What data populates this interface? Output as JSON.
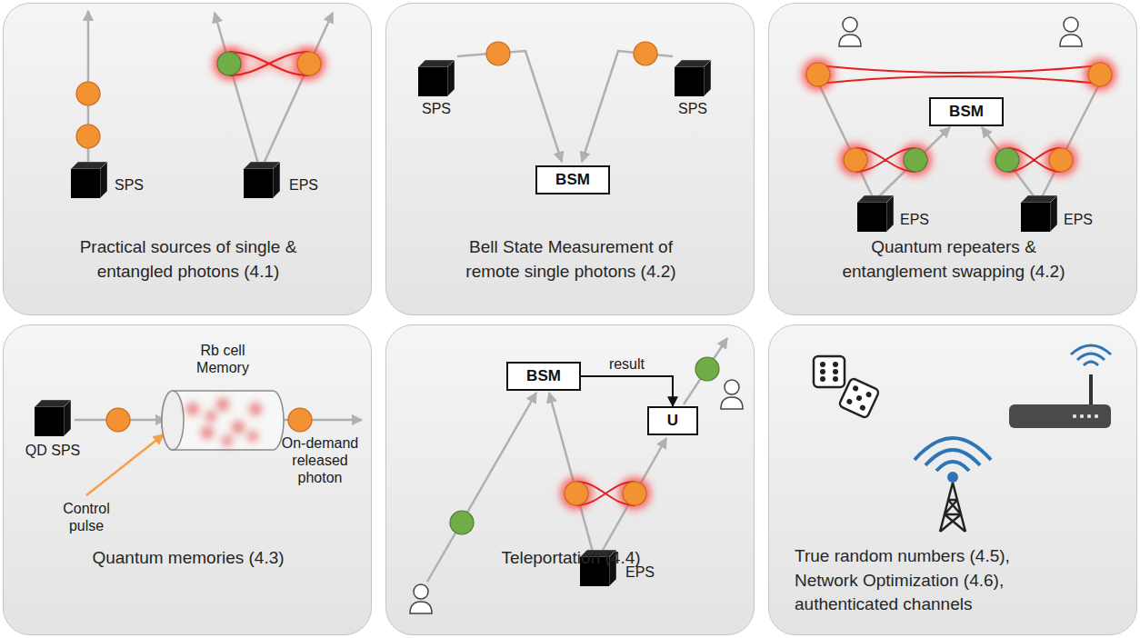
{
  "diagram": {
    "nodes": [
      {
        "text": [
          "Practical sources of single & entangled photons (4.1)"
        ]
      },
      {
        "text": [
          "Bell State Measurement of remote single photons (4.2)"
        ]
      },
      {
        "text": [
          "BSM"
        ],
        "in": 1
      },
      {
        "text": [
          "Quantum repeaters & entanglement swapping (4.2)"
        ]
      },
      {
        "text": [
          "BSM"
        ],
        "in": 3
      },
      {
        "text": [
          "Quantum memories (4.3)"
        ]
      },
      {
        "text": [
          "Teleportation (4.4)"
        ]
      },
      {
        "text": [
          "BSM"
        ],
        "in": 6
      },
      {
        "text": [
          "U"
        ],
        "in": 6
      },
      {
        "text": [
          "True random numbers (4.5), Network Optimization (4.6), authenticated channels"
        ]
      }
    ],
    "edges": [
      {
        "from": 7,
        "to": 8,
        "arrow": "to",
        "label": "result"
      }
    ],
    "labels": [
      "SPS",
      "EPS",
      "SPS",
      "SPS",
      "EPS",
      "EPS",
      "QD SPS",
      "Rb cell Memory",
      "On-demand released photon",
      "Control pulse",
      "EPS"
    ]
  }
}
